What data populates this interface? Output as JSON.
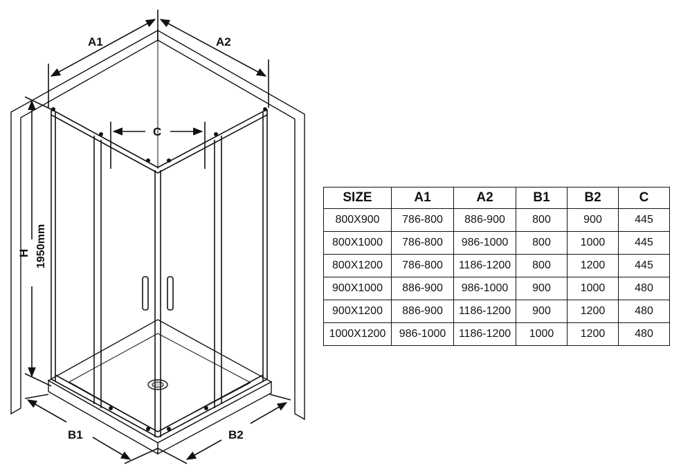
{
  "diagram": {
    "labels": {
      "a1": "A1",
      "a2": "A2",
      "b1": "B1",
      "b2": "B2",
      "c": "C",
      "h": "H",
      "h_value": "1950mm"
    }
  },
  "table": {
    "headers": [
      "SIZE",
      "A1",
      "A2",
      "B1",
      "B2",
      "C"
    ],
    "rows": [
      [
        "800X900",
        "786-800",
        "886-900",
        "800",
        "900",
        "445"
      ],
      [
        "800X1000",
        "786-800",
        "986-1000",
        "800",
        "1000",
        "445"
      ],
      [
        "800X1200",
        "786-800",
        "1186-1200",
        "800",
        "1200",
        "445"
      ],
      [
        "900X1000",
        "886-900",
        "986-1000",
        "900",
        "1000",
        "480"
      ],
      [
        "900X1200",
        "886-900",
        "1186-1200",
        "900",
        "1200",
        "480"
      ],
      [
        "1000X1200",
        "986-1000",
        "1186-1200",
        "1000",
        "1200",
        "480"
      ]
    ]
  }
}
